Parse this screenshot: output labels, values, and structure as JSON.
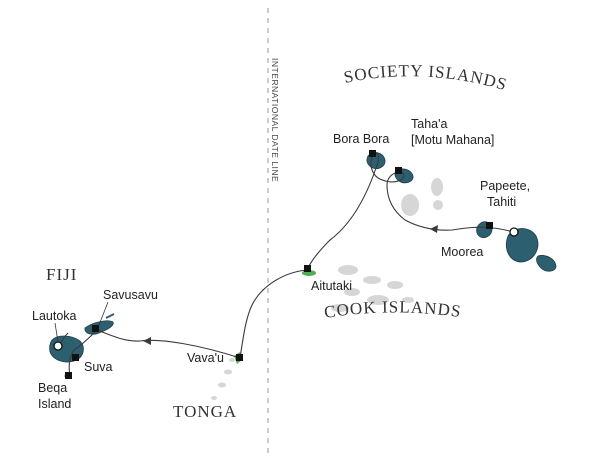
{
  "regions": {
    "society": "SOCIETY ISLANDS",
    "cook": "COOK ISLANDS",
    "fiji": "FIJI",
    "tonga": "TONGA"
  },
  "date_line_label": "INTERNATIONAL DATE LINE",
  "ports": {
    "bora_bora": "Bora Bora",
    "tahaa_line1": "Taha'a",
    "tahaa_line2": "[Motu Mahana]",
    "papeete_line1": "Papeete,",
    "papeete_line2": "Tahiti",
    "moorea": "Moorea",
    "aitutaki": "Aitutaki",
    "vavau": "Vava'u",
    "savusavu": "Savusavu",
    "lautoka": "Lautoka",
    "suva": "Suva",
    "beqa_line1": "Beqa",
    "beqa_line2": "Island"
  },
  "colors": {
    "island": "#2c5f6f",
    "land_gray": "#d6d6d6",
    "route": "#3a3a3a",
    "port": "#111111",
    "accent_green": "#4caf50"
  }
}
